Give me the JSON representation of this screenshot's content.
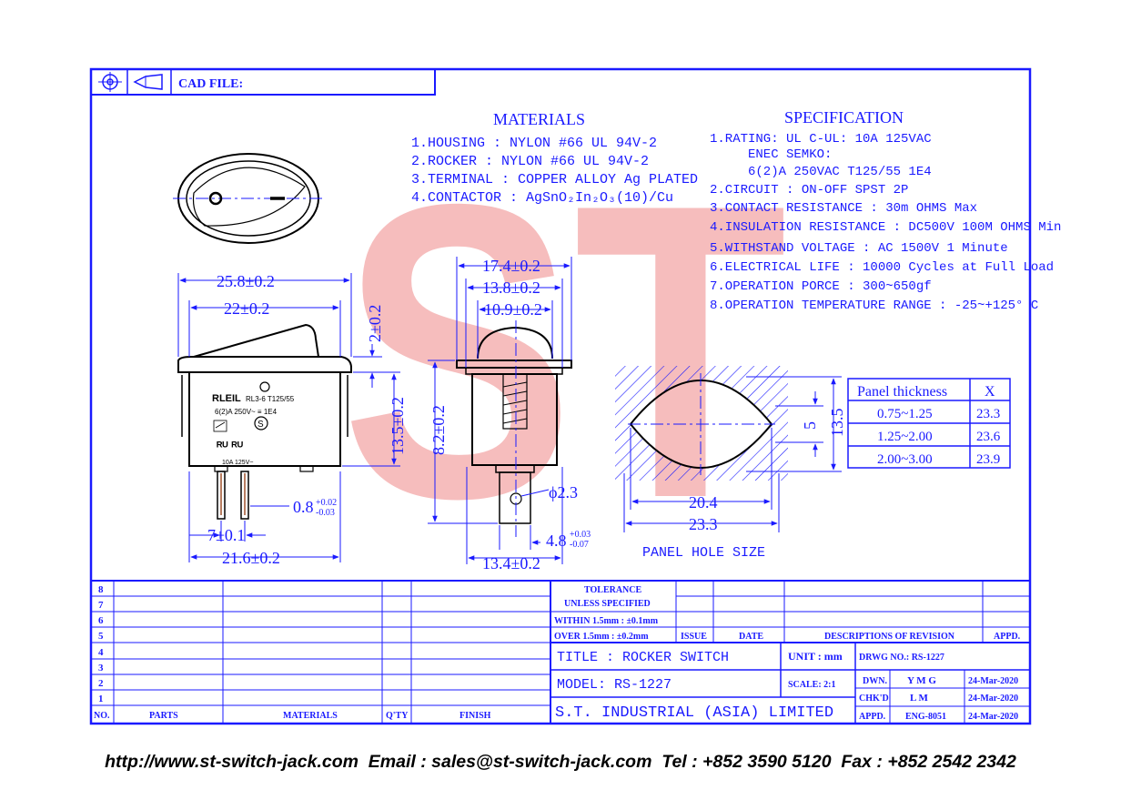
{
  "header": {
    "cad_file_label": "CAD FILE:"
  },
  "materials": {
    "title": "MATERIALS",
    "items": [
      "1.HOUSING : NYLON #66 UL 94V-2",
      "2.ROCKER : NYLON #66 UL 94V-2",
      "3.TERMINAL  : COPPER ALLOY Ag PLATED",
      "4.CONTACTOR : AgSnO₂In₂O₃(10)/Cu"
    ]
  },
  "specification": {
    "title": "SPECIFICATION",
    "items": [
      "1.RATING: UL C-UL: 10A 125VAC",
      "ENEC SEMKO:",
      "6(2)A 250VAC T125/55 1E4",
      "2.CIRCUIT : ON-OFF SPST 2P",
      "3.CONTACT RESISTANCE : 30m OHMS Max",
      "4.INSULATION RESISTANCE : DC500V 100M OHMS Min",
      "5.WITHSTAND VOLTAGE : AC 1500V 1 Minute",
      "6.ELECTRICAL LIFE : 10000 Cycles at Full Load",
      "7.OPERATION PORCE : 300~650gf",
      "8.OPERATION TEMPERATURE RANGE : -25~+125° C"
    ]
  },
  "watermark": {
    "text": "ST",
    "color": "#f3a8a8"
  },
  "side_view": {
    "dims": {
      "d1": "25.8±0.2",
      "d2": "22±0.2",
      "d3": "2±0.2",
      "d4": "13.5±0.2",
      "d5": "0.8",
      "d5_tol_up": "+0.02",
      "d5_tol_down": "-0.03",
      "d6": "7±0.1",
      "d7": "21.6±0.2"
    },
    "body_label": {
      "brand": "RLEIL",
      "model": "RL3-6 T125/55",
      "rating1": "6(2)A  250V~ ≡ 1E4",
      "rating2": "10A 125V~",
      "mark_s": "S",
      "mark_ul": "ᴿᵁ ᴿᵁ"
    }
  },
  "front_view": {
    "dims": {
      "d1": "17.4±0.2",
      "d2": "13.8±0.2",
      "d3": "10.9±0.2",
      "d4": "8.2±0.2",
      "d5": "ϕ2.3",
      "d6": "4.8",
      "d6_tol_up": "+0.03",
      "d6_tol_down": "-0.07",
      "d7": "13.4±0.2"
    }
  },
  "panel_hole": {
    "caption": "PANEL HOLE SIZE",
    "dims": {
      "d1": "20.4",
      "d2": "23.3",
      "d3": "5",
      "d4": "13.5"
    }
  },
  "panel_table": {
    "headers": [
      "Panel thickness",
      "X"
    ],
    "rows": [
      [
        "0.75~1.25",
        "23.3"
      ],
      [
        "1.25~2.00",
        "23.6"
      ],
      [
        "2.00~3.00",
        "23.9"
      ]
    ]
  },
  "parts_table": {
    "row_numbers": [
      "8",
      "7",
      "6",
      "5",
      "4",
      "3",
      "2",
      "1"
    ],
    "headers": {
      "no": "NO.",
      "parts": "PARTS",
      "materials": "MATERIALS",
      "qty": "Q'TY",
      "finish": "FINISH"
    }
  },
  "tolerance": {
    "line1": "TOLERANCE",
    "line2": "UNLESS  SPECIFIED",
    "line3": "WITHIN 1.5mm : ±0.1mm",
    "line4": "OVER 1.5mm : ±0.2mm"
  },
  "revision": {
    "issue": "ISSUE",
    "date": "DATE",
    "descriptions": "DESCRIPTIONS OF REVISION",
    "appd": "APPD."
  },
  "title_block": {
    "title": "TITLE : ROCKER SWITCH",
    "unit": "UNIT :  mm",
    "drwg_no": "DRWG NO.: RS-1227",
    "model": "MODEL: RS-1227",
    "scale": "SCALE:  2:1",
    "company": "S.T.  INDUSTRIAL  (ASIA)  LIMITED",
    "dwn_label": "DWN.",
    "dwn_value": "Y M G",
    "dwn_date": "24-Mar-2020",
    "chkd_label": "CHK'D",
    "chkd_value": "L M",
    "chkd_date": "24-Mar-2020",
    "appd_label": "APPD.",
    "appd_value": "ENG-8051",
    "appd_date": "24-Mar-2020"
  },
  "footer": {
    "text": "http://www.st-switch-jack.com  Email : sales@st-switch-jack.com  Tel : +852 3590 5120  Fax : +852 2542 2342"
  }
}
